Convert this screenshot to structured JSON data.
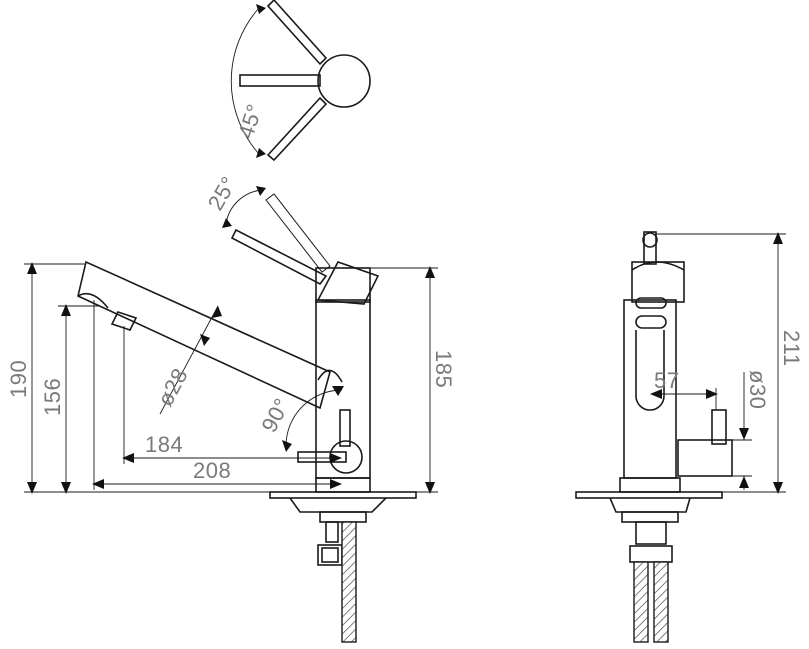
{
  "dimensions": {
    "handle_rotation": "45°",
    "handle_tilt": "25°",
    "spout_diameter": "ø28",
    "spout_swivel": "90°",
    "reach_inner": "184",
    "reach_outer": "208",
    "height_total_left": "190",
    "height_spout_outlet": "156",
    "height_body": "185",
    "height_total_right": "211",
    "lever_offset": "57",
    "lever_diameter": "ø30"
  }
}
